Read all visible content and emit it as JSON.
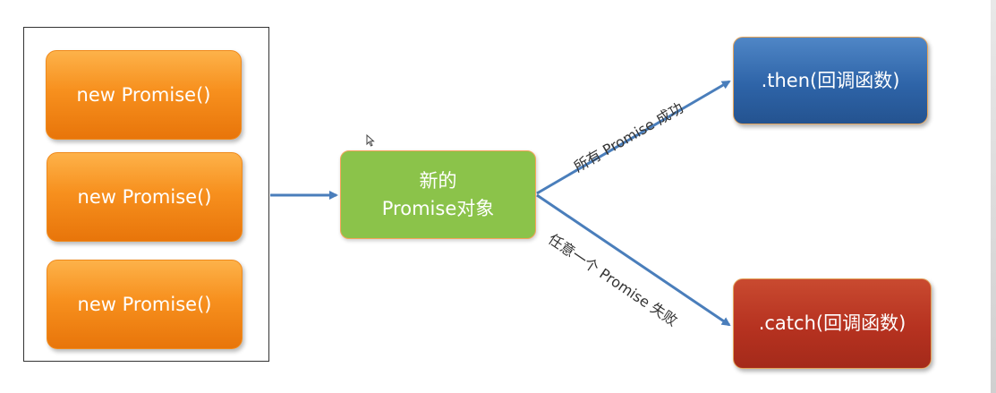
{
  "colors": {
    "orange": "#f7901e",
    "green": "#8bc34a",
    "blue": "#2e64a8",
    "red": "#b63220",
    "arrow": "#4a7ebb"
  },
  "promise_group": {
    "items": [
      {
        "label": "new Promise()"
      },
      {
        "label": "new Promise()"
      },
      {
        "label": "new Promise()"
      }
    ]
  },
  "center_node": {
    "line1": "新的",
    "line2": "Promise对象"
  },
  "success_node": {
    "label": ".then(回调函数)"
  },
  "failure_node": {
    "label": ".catch(回调函数)"
  },
  "edges": {
    "success_label": "所有 Promise 成功",
    "failure_label": "任意一个 Promise 失败"
  },
  "icons": {
    "cursor": "mouse-pointer-icon"
  }
}
